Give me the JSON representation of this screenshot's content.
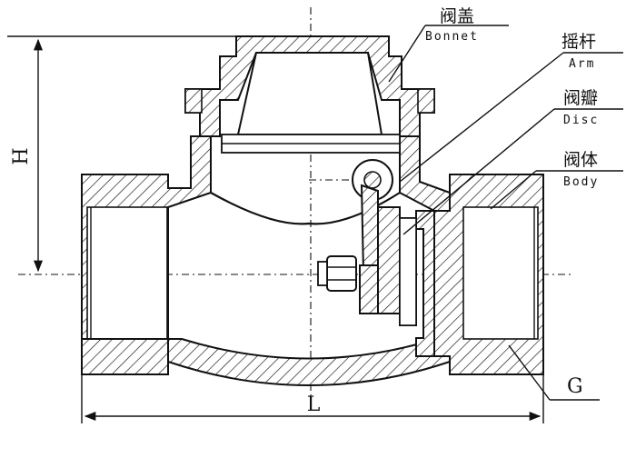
{
  "labels": {
    "bonnet_cn": "阀盖",
    "bonnet_en": "Bonnet",
    "arm_cn": "摇杆",
    "arm_en": "Arm",
    "disc_cn": "阀瓣",
    "disc_en": "Disc",
    "body_cn": "阀体",
    "body_en": "Body"
  },
  "dimensions": {
    "height": "H",
    "length": "L",
    "thread": "G"
  }
}
